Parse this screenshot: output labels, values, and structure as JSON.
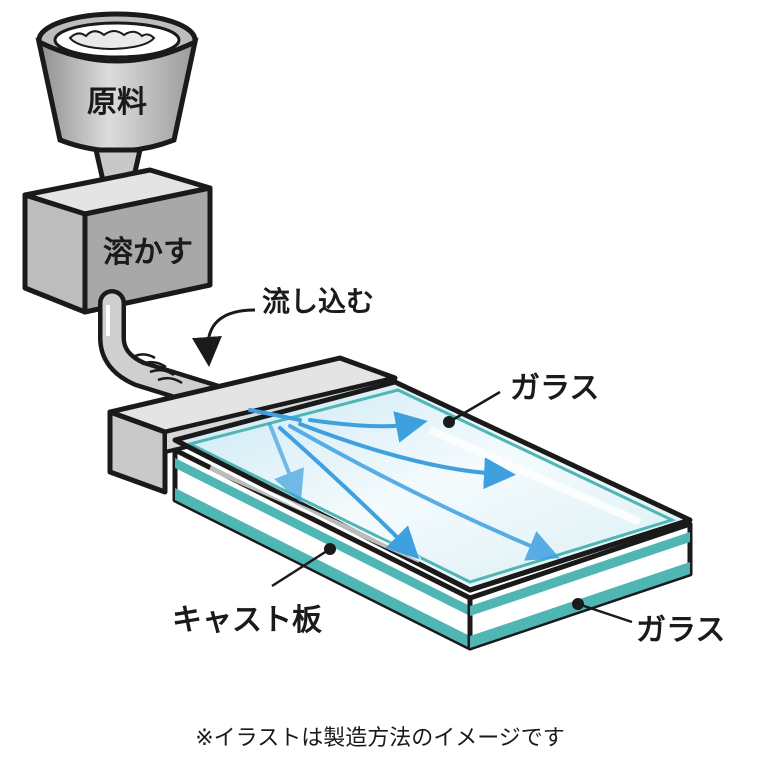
{
  "labels": {
    "hopper": "原料",
    "melter": "溶かす",
    "pour": "流し込む",
    "glass_top": "ガラス",
    "glass_bottom": "ガラス",
    "cast_plate": "キャスト板"
  },
  "caption": "※イラストは製造方法のイメージです",
  "colors": {
    "outline": "#1a1a1a",
    "metal_light": "#e6e6e6",
    "metal_mid": "#bdbdbd",
    "metal_dark": "#8a8a8a",
    "glass_teal": "#4fb6b3",
    "glass_tint": "#d6eef6",
    "flow_blue": "#3fa0e0"
  }
}
